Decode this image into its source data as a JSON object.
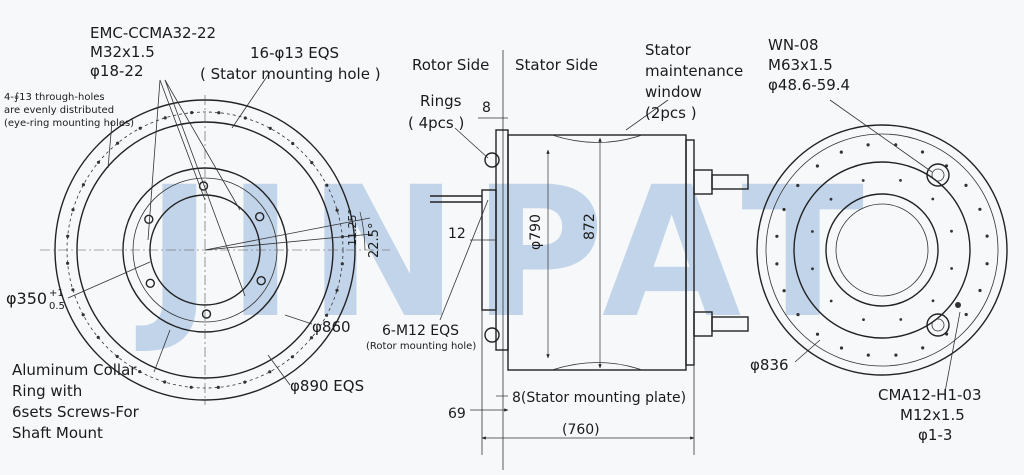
{
  "watermark": "JINPAT",
  "left_view": {
    "emc_connector": "EMC-CCMA32-22",
    "emc_thread": "M32x1.5",
    "emc_range": "φ18-22",
    "through_holes_1": "4-∮13 through-holes",
    "through_holes_2": "are evenly distributed",
    "through_holes_3": "(eye-ring mounting holes)",
    "stator_holes": "16-φ13 EQS",
    "stator_holes_note": "( Stator mounting hole )",
    "bore_dia": "φ350",
    "bore_tol_upper": "+1",
    "bore_tol_lower": "0.5",
    "angle_small": "11.25°",
    "angle_large": "22.5°",
    "dia_860": "φ860",
    "dia_890": "φ890 EQS",
    "collar_1": "Aluminum Collar",
    "collar_2": "Ring with",
    "collar_3": "6sets Screws-For",
    "collar_4": "Shaft Mount"
  },
  "side_view": {
    "rotor_side": "Rotor Side",
    "stator_side": "Stator Side",
    "rings": "Rings",
    "rings_count": "( 4pcs )",
    "dim_8_top": "8",
    "dim_12": "12",
    "dia_790": "φ790",
    "dim_872": "872",
    "window_1": "Stator",
    "window_2": "maintenance",
    "window_3": "window",
    "window_count": "(2pcs )",
    "rotor_holes": "6-M12 EQS",
    "rotor_holes_note": "(Rotor mounting hole)",
    "plate": "8(Stator mounting plate)",
    "dim_69": "69",
    "dim_760": "(760)"
  },
  "right_view": {
    "wn_connector": "WN-08",
    "wn_thread": "M63x1.5",
    "wn_range": "φ48.6-59.4",
    "dia_836": "φ836",
    "cma_connector": "CMA12-H1-03",
    "cma_thread": "M12x1.5",
    "cma_range": "φ1-3"
  }
}
